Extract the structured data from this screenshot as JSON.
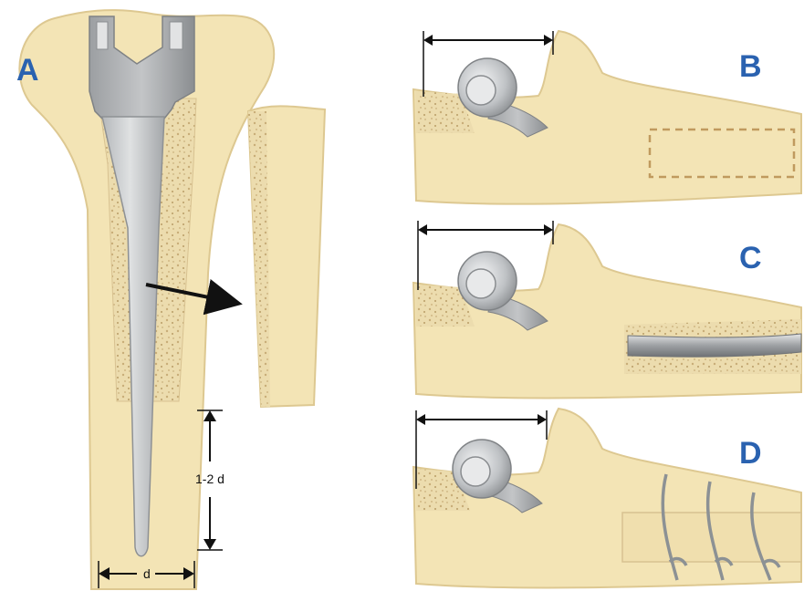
{
  "panels": {
    "a": {
      "letter": "A",
      "dim_length_label": "1-2 d",
      "dim_width_label": "d"
    },
    "b": {
      "letter": "B"
    },
    "c": {
      "letter": "C"
    },
    "d": {
      "letter": "D"
    }
  },
  "colors": {
    "bone": "#f3e4b5",
    "bone_outline": "#ddc891",
    "cancellous": "#e2cfa0",
    "stem_light": "#c9cbcd",
    "stem_dark": "#8e9194",
    "letter": "#2a62b0",
    "arrow": "#111111",
    "wire": "#8c9194",
    "slot": "#c09a5e"
  }
}
